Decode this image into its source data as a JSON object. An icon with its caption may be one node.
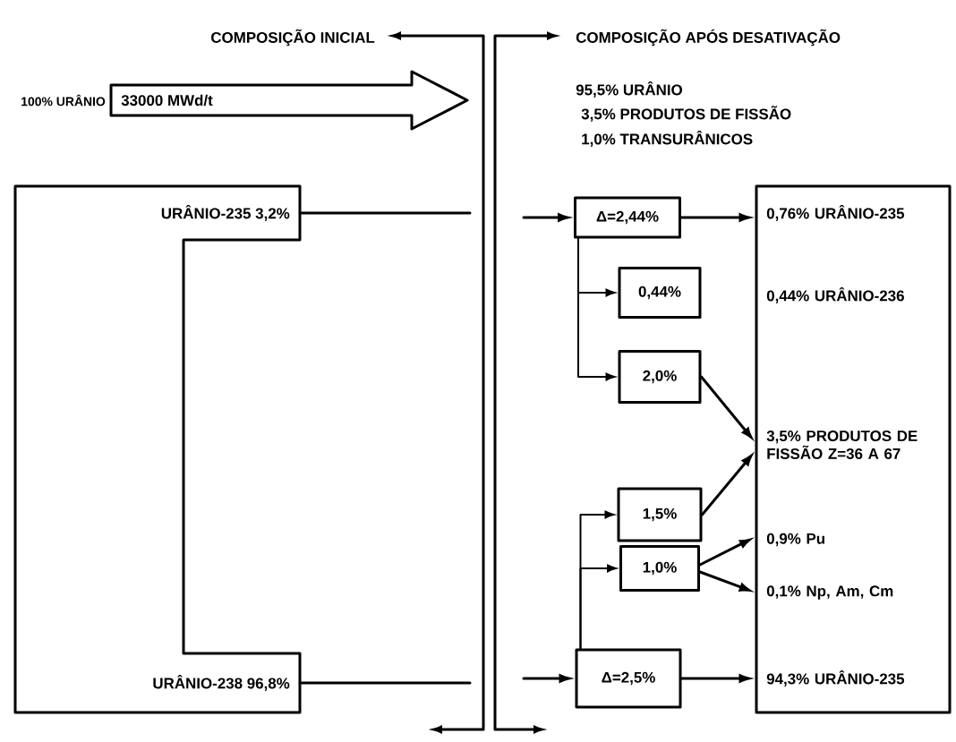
{
  "diagram": {
    "nodes": [
      {
        "text": [
          "URÂNIO-235 3,2%",
          "URÂNIO-238 96,8%"
        ]
      },
      {
        "text": [
          "33000 MWd/t"
        ],
        "beside": [
          "100% URÂNIO"
        ]
      },
      {
        "text": [
          "Δ=2,44%"
        ]
      },
      {
        "text": [
          "0,44%"
        ]
      },
      {
        "text": [
          "2,0%"
        ]
      },
      {
        "text": [
          "1,5%"
        ]
      },
      {
        "text": [
          "1,0%"
        ]
      },
      {
        "text": [
          "Δ=2,5%"
        ]
      },
      {
        "text": [
          "0,76% URÂNIO-235",
          "0,44% URÂNIO-236",
          "3,5% PRODUTOS DE FISSÃO Z=36 A 67",
          "0,9% Pu",
          "0,1% Np, Am, Cm",
          "94,3% URÂNIO-235"
        ]
      }
    ],
    "edges": [
      {
        "from": 0,
        "to": null,
        "arrow": "none"
      },
      {
        "from": 0,
        "to": null,
        "arrow": "none"
      },
      {
        "from": null,
        "to": 2,
        "arrow": "to"
      },
      {
        "from": null,
        "to": 7,
        "arrow": "to"
      },
      {
        "from": 2,
        "to": 8,
        "arrow": "to"
      },
      {
        "from": 2,
        "to": 3,
        "arrow": "to"
      },
      {
        "from": 2,
        "to": 4,
        "arrow": "to"
      },
      {
        "from": 4,
        "to": 8,
        "arrow": "to"
      },
      {
        "from": 5,
        "to": 8,
        "arrow": "to"
      },
      {
        "from": 6,
        "to": 8,
        "arrow": "to"
      },
      {
        "from": 6,
        "to": 8,
        "arrow": "to"
      },
      {
        "from": 7,
        "to": 5,
        "arrow": "to"
      },
      {
        "from": 7,
        "to": 6,
        "arrow": "to"
      },
      {
        "from": 7,
        "to": 8,
        "arrow": "to"
      }
    ],
    "labels": [
      "COMPOSIÇÃO INICIAL",
      "COMPOSIÇÃO APÓS DESATIVAÇÃO",
      "95,5% URÂNIO",
      "3,5% PRODUTOS DE FISSÃO",
      "1,0% TRANSURÂNICOS"
    ]
  }
}
